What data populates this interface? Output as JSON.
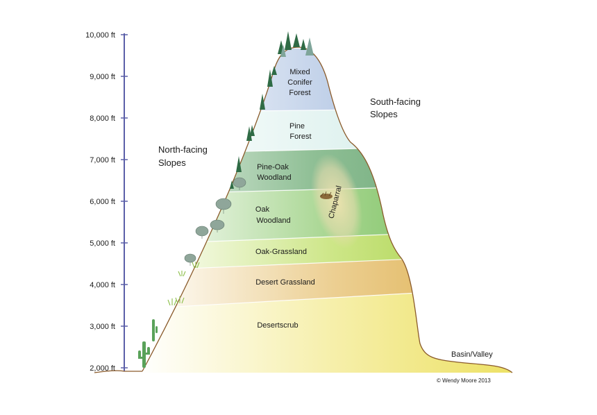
{
  "elevation_axis": {
    "ticks": [
      "10,000 ft",
      "9,000 ft",
      "8,000 ft",
      "7,000 ft",
      "6,000 ft",
      "5,000 ft",
      "4,000 ft",
      "3,000 ft",
      "2,000 ft"
    ],
    "color": "#5a5fa8"
  },
  "zones": [
    {
      "line1": "Mixed",
      "line2": "Conifer",
      "line3": "Forest"
    },
    {
      "line1": "Pine",
      "line2": "Forest"
    },
    {
      "line1": "Pine-Oak",
      "line2": "Woodland"
    },
    {
      "line1": "Oak",
      "line2": "Woodland"
    },
    {
      "line1": "Oak-Grassland"
    },
    {
      "line1": "Desert Grassland"
    },
    {
      "line1": "Desertscrub"
    }
  ],
  "chaparral": "Chaparral",
  "north_slopes": {
    "line1": "North-facing",
    "line2": "Slopes"
  },
  "south_slopes": {
    "line1": "South-facing",
    "line2": "Slopes"
  },
  "basin": "Basin/Valley",
  "credit": "© Wendy Moore 2013",
  "colors": {
    "conifer": "#9db8dc",
    "pine": "#cdeae8",
    "pine_oak": "#74ad7e",
    "oak": "#72bd5a",
    "oak_grass": "#a5cf46",
    "desert_grass": "#e0b355",
    "desertscrub": "#efe36a",
    "outline": "#8a5a2a"
  }
}
